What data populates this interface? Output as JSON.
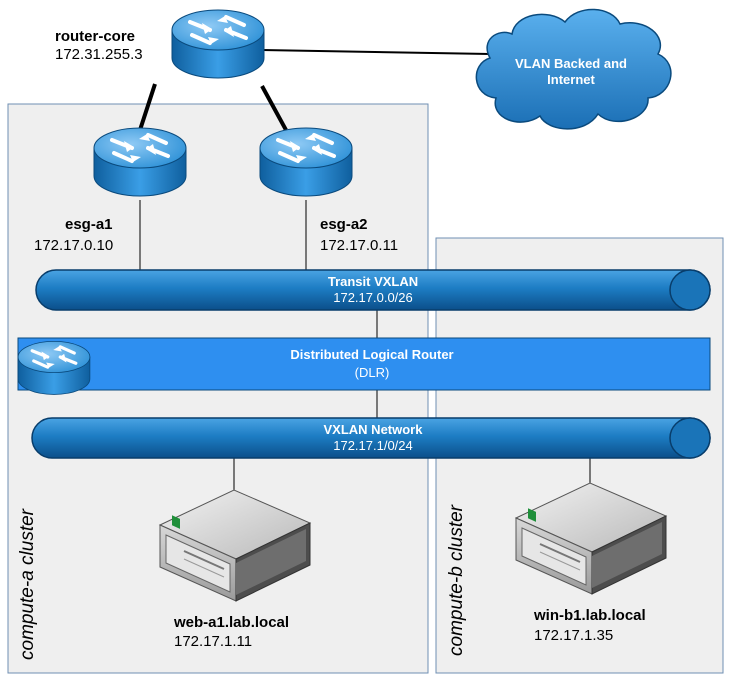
{
  "clusters": {
    "a": "compute-a cluster",
    "b": "compute-b cluster"
  },
  "router_core": {
    "name": "router-core",
    "ip": "172.31.255.3"
  },
  "cloud": {
    "line1": "VLAN Backed and",
    "line2": "Internet"
  },
  "esg_a1": {
    "name": "esg-a1",
    "ip": "172.17.0.10"
  },
  "esg_a2": {
    "name": "esg-a2",
    "ip": "172.17.0.11"
  },
  "transit": {
    "name": "Transit VXLAN",
    "subnet": "172.17.0.0/26"
  },
  "dlr": {
    "name": "Distributed Logical Router",
    "abbr": "(DLR)"
  },
  "vxlan": {
    "name": "VXLAN Network",
    "subnet": "172.17.1/0/24"
  },
  "web_a1": {
    "name": "web-a1.lab.local",
    "ip": "172.17.1.11"
  },
  "win_b1": {
    "name": "win-b1.lab.local",
    "ip": "172.17.1.35"
  },
  "colors": {
    "router_blue": "#2a8fd6",
    "tube_blue": "#1d7dc4",
    "dlr_blue": "#2e8ff0",
    "cluster_bg": "#efefef",
    "cluster_border": "#6f8fb3"
  }
}
